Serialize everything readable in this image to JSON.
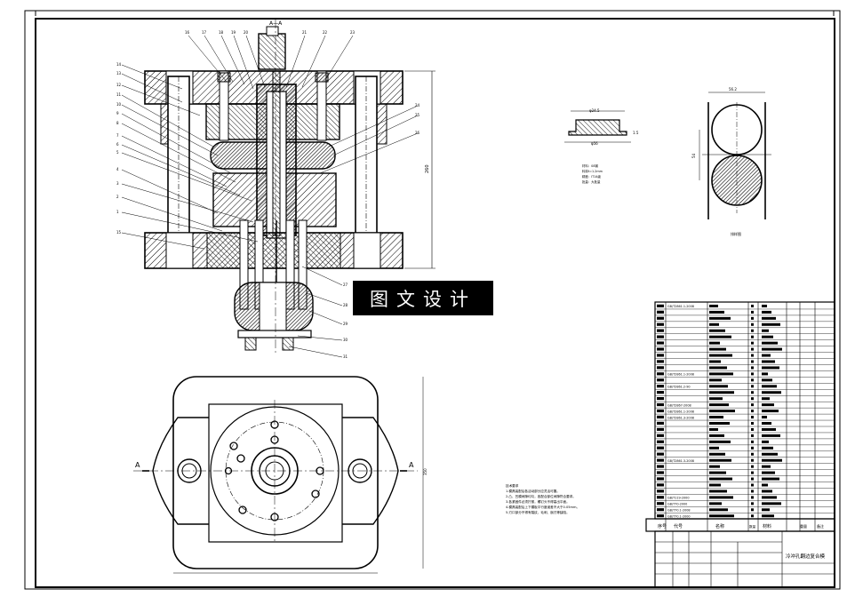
{
  "section_label": "A—A",
  "section_marks": {
    "left": "A",
    "right": "A"
  },
  "watermark": "图文设计",
  "title_block": {
    "part_name": "冷冲孔翻边复合模",
    "col_headers": [
      "序号",
      "代号",
      "名称",
      "数量",
      "材料",
      "重量",
      "备注"
    ],
    "left_codes": [
      "GB/T2861.1-2008",
      "",
      "",
      "",
      "",
      "",
      "",
      "",
      "",
      "",
      "",
      "GB/T2861.1-2008",
      "",
      "GB/T2861.2-90",
      "",
      "",
      "GB/T2867-2008",
      "GB/T2861.1-2008",
      "GB/T2861.3-2008",
      "",
      "",
      "",
      "",
      "",
      "",
      "GB/T2861.3-2008",
      "",
      "",
      "",
      "",
      "",
      "GB/T119-2000",
      "GB/T70-2000",
      "GB/T70.1-2008",
      "GB/T70.1-2000"
    ]
  },
  "tech_notes_heading": "技术要求",
  "tech_notes": [
    "1.模具装配后各活动部分应灵活可靠。",
    "2.凸、凹模间隙均匀，各配合部位间隙符合要求。",
    "3.各紧固件必须拧紧，螺钉头不得高出平面。",
    "4.模具装配后上下模板平行度误差不大于0.05mm。",
    "5.刃口部分不得有裂纹、毛刺、崩刃等缺陷。"
  ],
  "part_notes": [
    "材料：08钢",
    "料厚t=1.2mm",
    "精度：IT14级",
    "批量：大批量"
  ],
  "dims": {
    "part_top": "φ24.5",
    "part_bottom": "φ56",
    "part_h": "1.5",
    "layout_w": "56.2",
    "layout_pitch": "54",
    "height_main": "260",
    "plan_w": "350"
  },
  "layout_label": "排样图",
  "callouts": [
    "1",
    "2",
    "3",
    "4",
    "5",
    "6",
    "7",
    "8",
    "9",
    "10",
    "11",
    "12",
    "13",
    "14",
    "15",
    "16",
    "17",
    "18",
    "19",
    "20",
    "21",
    "22",
    "23",
    "24",
    "25",
    "26",
    "27",
    "28",
    "29",
    "30",
    "31"
  ]
}
